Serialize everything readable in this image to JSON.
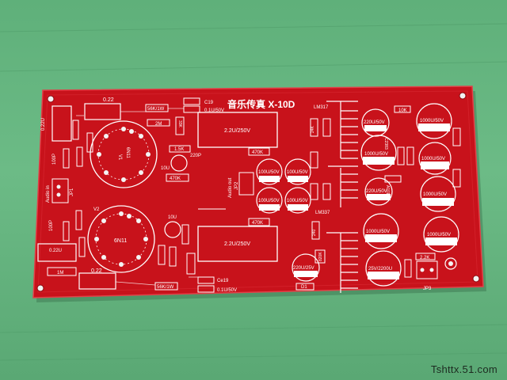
{
  "board": {
    "title": "音乐传真 X-10D",
    "labels": {
      "r022_top": "0.22",
      "r022_bot": "0.22",
      "r022_left": "0.22U",
      "r022_botleft": "0.22U",
      "c19": "C19",
      "c19_val": "0.1U/50V",
      "ce19": "Ce19",
      "ce19_val": "0.1U/50V",
      "r56k_top": "56K/1W",
      "r56k_bot": "56K/1W",
      "r2m": "2M",
      "r1m": "1M",
      "r33k": "33K",
      "tube_v1": "V1",
      "tube_v1_type": "6N11",
      "tube_v2": "V2",
      "tube_v2_type": "6N11",
      "cap22u_top": "2.2U/250V",
      "cap22u_bot": "2.2U/250V",
      "r470k_a": "470K",
      "r470k_b": "470K",
      "r470k_c": "470K",
      "r15k": "1.5K",
      "c220p": "220P",
      "c10u_a": "10U",
      "c10u_b": "10U",
      "c100p_a": "100P",
      "c100p_b": "100P",
      "audio_in": "Audio in",
      "audio_out": "Audio out",
      "jp1": "JP1",
      "jp2": "JP2",
      "jp3": "JP3",
      "lm317": "LM317",
      "lm337": "LM337",
      "c100u_1": "100U/50V",
      "c100u_2": "100U/50V",
      "c100u_3": "100U/50V",
      "c100u_4": "100U/50V",
      "c220u_1": "220U/50V",
      "c220u_2": "220U/50V",
      "c1000u_1": "1000U/50V",
      "c1000u_2": "1000U/50V",
      "c1000u_3": "1000U/50V",
      "c1000u_4": "1000U/50V",
      "c1000u_5": "1000U/50V",
      "c1000u_6": "1000U/50V",
      "c220u25": "220U/25V",
      "c25v2200": "25V/2200U",
      "r2k2": "2.2K",
      "r10k": "10K",
      "r240": "240",
      "r820k": "820K",
      "d1": "D1",
      "c2383": "C2383",
      "a1013": "A1013",
      "r24k": "24K"
    }
  },
  "watermark": "Tshttx.51.com"
}
